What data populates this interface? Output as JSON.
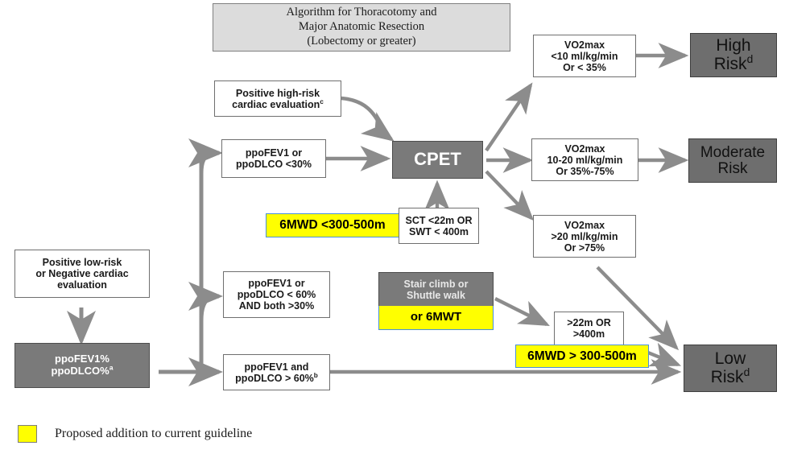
{
  "title": {
    "line1": "Algorithm for Thoracotomy and",
    "line2": "Major Anatomic Resection",
    "line3": "(Lobectomy or greater)"
  },
  "nodes": {
    "positive_high_risk": "Positive high-risk\ncardiac evaluation",
    "positive_high_risk_sup": "c",
    "ppo_lt30": "ppoFEV1 or\nppoDLCO <30%",
    "cpet": "CPET",
    "sct_swt": "SCT <22m OR\nSWT < 400m",
    "six_mwd_low": "6MWD <300-500m",
    "vo2_high": "VO2max\n<10 ml/kg/min\nOr < 35%",
    "vo2_mod": "VO2max\n10-20 ml/kg/min\nOr 35%-75%",
    "vo2_low": "VO2max\n>20 ml/kg/min\nOr  >75%",
    "high_risk": "High\nRisk",
    "high_risk_sup": "d",
    "moderate_risk": "Moderate\nRisk",
    "low_risk": "Low\nRisk",
    "low_risk_sup": "d",
    "positive_low_risk": "Positive low-risk\nor Negative cardiac\nevaluation",
    "ppo_percent": "ppoFEV1%\nppoDLCO%",
    "ppo_percent_sup": "a",
    "ppo_lt60": "ppoFEV1 or\nppoDLCO < 60%\nAND both >30%",
    "stair_climb": "Stair climb or\nShuttle walk",
    "or_6mwt": "or 6MWT",
    "ppo_gt60": "ppoFEV1 and\nppoDLCO > 60%",
    "ppo_gt60_sup": "b",
    "threshold_22m": ">22m OR\n>400m",
    "six_mwd_high": "6MWD > 300-500m"
  },
  "legend": {
    "label": "Proposed addition to current guideline",
    "swatch_color": "#ffff00"
  },
  "colors": {
    "highlight": "#ffff00",
    "highlight_border": "#4a90d9",
    "gray_fill": "#7a7a7a",
    "title_fill": "#dcdcdc",
    "arrow": "#8c8c8c"
  }
}
